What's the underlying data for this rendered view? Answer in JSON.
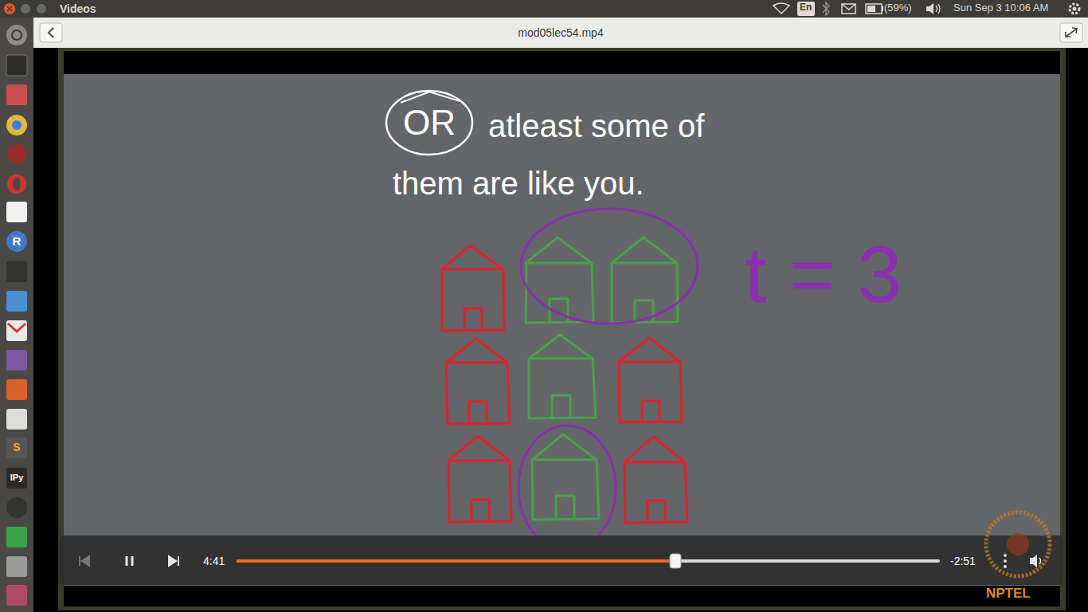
{
  "diagram": {
    "nodes": [
      {
        "text": [
          "OR"
        ]
      }
    ],
    "labels": [
      "Videos",
      "En",
      "(59%)",
      "Sun Sep 3 10:06 AM",
      "mod05lec54.mp4",
      "atleast some of them are like you.",
      "t = 3",
      "4:41",
      "-2:51",
      "NPTEL",
      "R",
      "S",
      "IPy"
    ]
  }
}
